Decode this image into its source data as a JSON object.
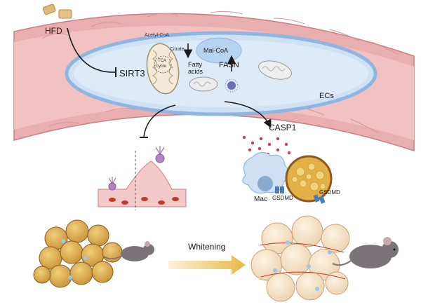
{
  "labels": {
    "hfd": "HFD",
    "sirt3": "SIRT3",
    "acetyl_coa": "Acetyl-CoA",
    "tca_cycle_line1": "TCA",
    "tca_cycle_line2": "cycle",
    "citrate": "Citrate",
    "mal_coa": "Mal-CoA",
    "fatty_acids_line1": "Fatty",
    "fatty_acids_line2": "acids",
    "fasn": "FASN",
    "ecs": "ECs",
    "casp1": "CASP1",
    "mac": "Mac",
    "gsdmd_left": "GSDMD",
    "gsdmd_right": "GSDMD",
    "whitening": "Whitening"
  },
  "colors": {
    "vessel_wall": "#e7a7a9",
    "vessel_wall_dark": "#c97f82",
    "lumen": "#cfe2f5",
    "endothelium": "#8fb6e0",
    "adipocyte": "#d9a94a",
    "adipocyte_white": "#f3dcc0",
    "casp1_dots": "#c2405e",
    "arrow": "#1a1a1a",
    "whitening_arrow": "#e8b94a",
    "mouse": "#7a7478",
    "gsdmd_pore": "#4a7fb5"
  },
  "icons": {
    "food": "food-pellet-icon",
    "mitochondrion": "mitochondrion-icon",
    "macrophage": "macrophage-icon",
    "mouse": "mouse-icon"
  }
}
